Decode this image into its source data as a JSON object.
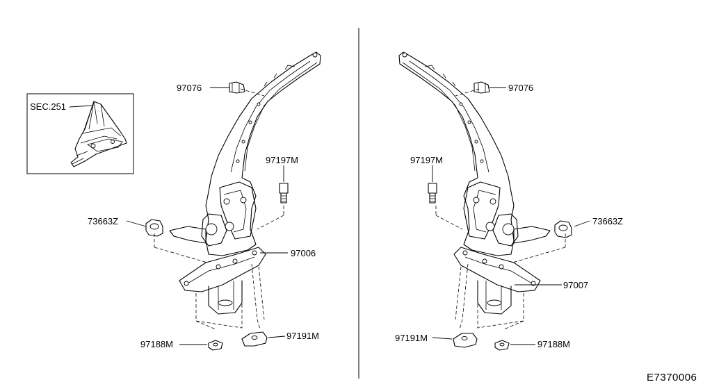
{
  "inset": {
    "section_ref": "SEC.251"
  },
  "left_assembly": {
    "clip_label": "97076",
    "stud_label": "97197M",
    "nut_label": "73663Z",
    "hinge_label": "97006",
    "washer_label": "97188M",
    "pad_label": "97191M"
  },
  "right_assembly": {
    "clip_label": "97076",
    "stud_label": "97197M",
    "nut_label": "73663Z",
    "hinge_label": "97007",
    "pad_label": "97191M",
    "washer_label": "97188M"
  },
  "diagram_code": "E7370006"
}
